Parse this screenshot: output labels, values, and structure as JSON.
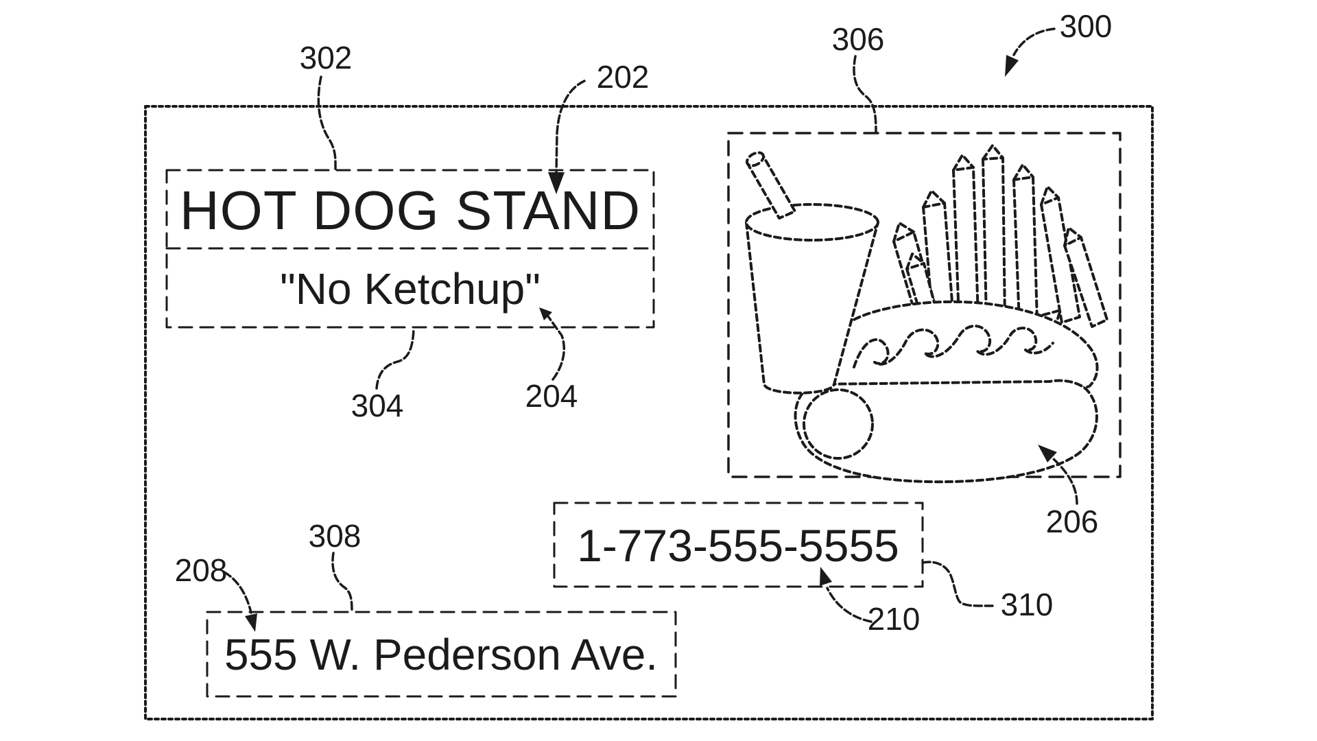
{
  "card": {
    "title": "HOT DOG STAND",
    "slogan": "\"No Ketchup\"",
    "phone": "1-773-555-5555",
    "address": "555 W. Pederson Ave."
  },
  "reference_numerals": {
    "figure": "300",
    "title_box": "302",
    "title_text": "202",
    "slogan_box": "304",
    "slogan_text": "204",
    "image_box": "306",
    "image_content": "206",
    "address_text": "208",
    "address_box": "308",
    "phone_text": "210",
    "phone_box": "310"
  },
  "illustration_items": "drink-cup-with-straw, french-fries-carton, hot-dog-with-mustard",
  "colors": {
    "ink": "#1b1b1b",
    "background": "#ffffff"
  }
}
